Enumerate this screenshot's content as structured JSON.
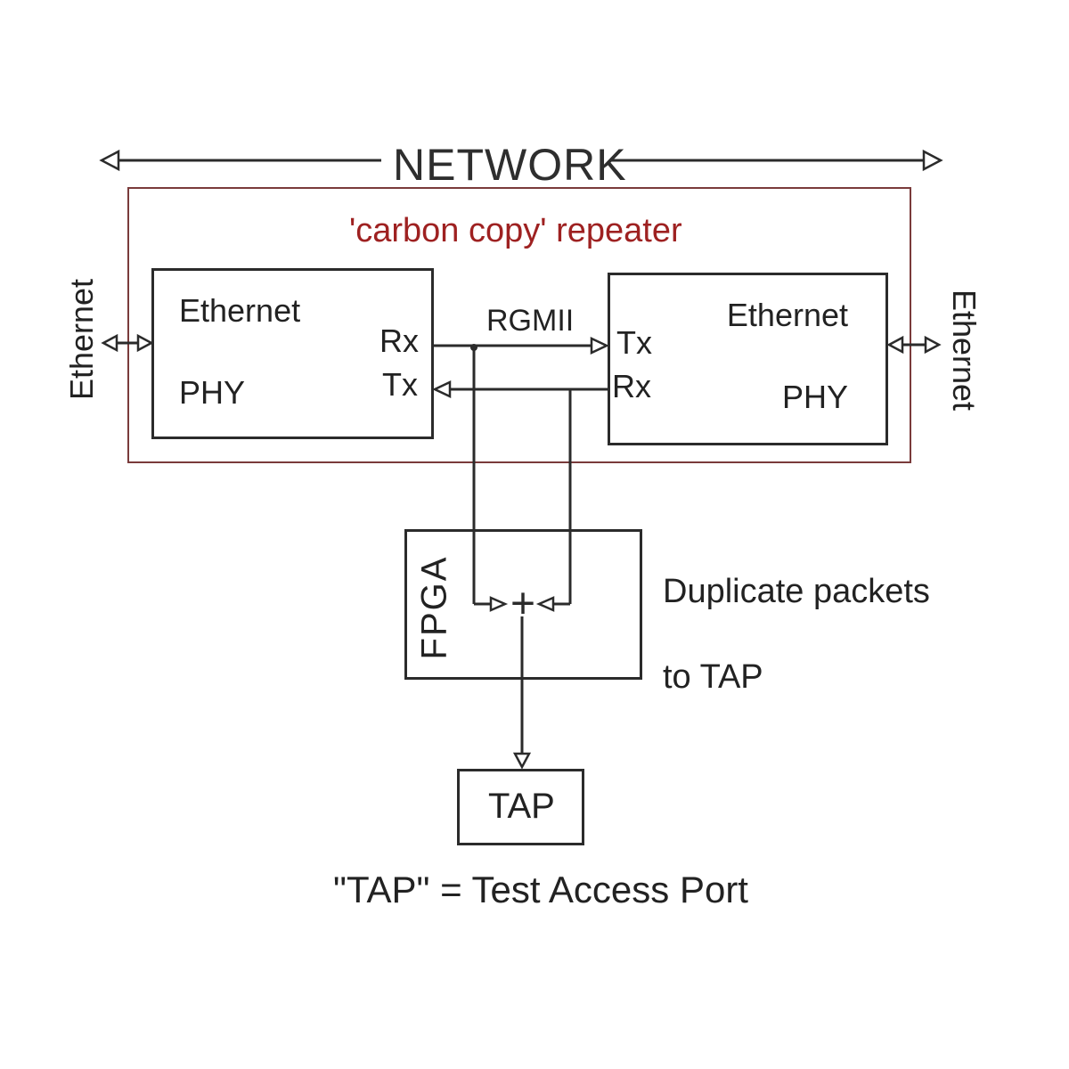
{
  "network": {
    "label": "NETWORK"
  },
  "repeater": {
    "title": "'carbon copy' repeater"
  },
  "phy_left": {
    "name_line1": "Ethernet",
    "name_line2": "PHY",
    "port_top": "Rx",
    "port_bottom": "Tx"
  },
  "phy_right": {
    "name_line1": "Ethernet",
    "name_line2": "PHY",
    "port_top": "Tx",
    "port_bottom": "Rx"
  },
  "rgmii": {
    "label": "RGMII"
  },
  "ethernet_left": {
    "label": "Ethernet"
  },
  "ethernet_right": {
    "label": "Ethernet"
  },
  "fpga": {
    "label": "FPGA",
    "merge_symbol": "+"
  },
  "annotation": {
    "line1": "Duplicate packets",
    "line2": "to TAP"
  },
  "tap": {
    "label": "TAP"
  },
  "caption": {
    "text": "\"TAP\" = Test Access Port"
  },
  "colors": {
    "repeater_border": "#7a3b3b",
    "repeater_title_text": "#9e2121",
    "line_color": "#2b2b2b",
    "text_color": "#222222",
    "background": "#ffffff"
  }
}
